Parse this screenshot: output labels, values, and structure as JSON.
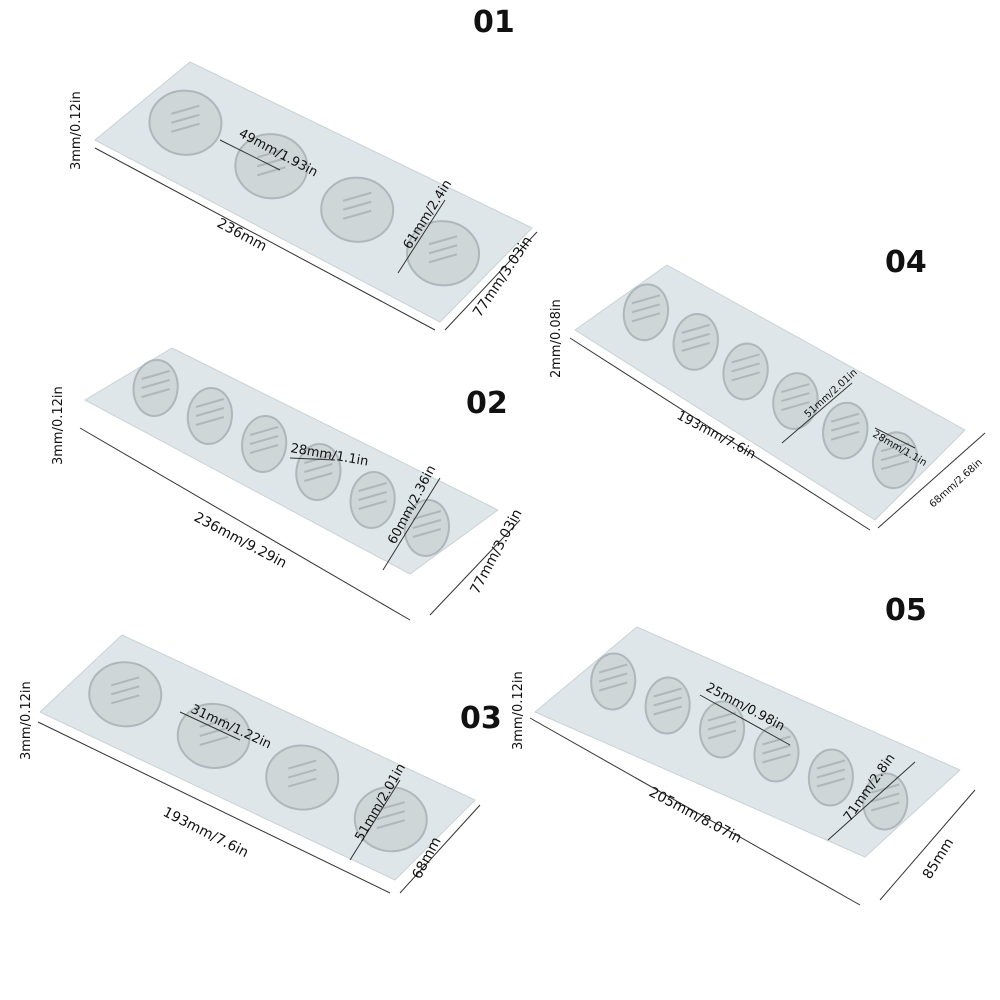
{
  "colors": {
    "mat": "#dfe6e9",
    "mat_edge": "#c9d2d6",
    "cavity": "#aeb7bb",
    "line": "#333333"
  },
  "panels": [
    {
      "number": "01",
      "height": "3mm/0.12in",
      "length": "236mm",
      "width": "77mm/3.03in",
      "leaf_a": "49mm/1.93in",
      "leaf_b": "61mm/2.4in",
      "shape": "monstera-leaf",
      "count": 4
    },
    {
      "number": "02",
      "height": "3mm/0.12in",
      "length": "236mm/9.29in",
      "width": "77mm/3.03in",
      "leaf_a": "28mm/1.1in",
      "leaf_b": "60mm/2.36in",
      "shape": "oval-leaf",
      "count": 6
    },
    {
      "number": "03",
      "height": "3mm/0.12in",
      "length": "193mm/7.6in",
      "width": "68mm",
      "leaf_a": "31mm/1.22in",
      "leaf_b": "51mm/2.01in",
      "shape": "monstera-leaf",
      "count": 4
    },
    {
      "number": "04",
      "height": "2mm/0.08in",
      "length": "193mm/7.6in",
      "width": "68mm/2.68in",
      "leaf_a": "51mm/2.01in",
      "leaf_b": "28mm/1.1in",
      "shape": "leaf-sprig",
      "count": 6
    },
    {
      "number": "05",
      "height": "3mm/0.12in",
      "length": "205mm/8.07in",
      "width": "85mm",
      "leaf_a": "25mm/0.98in",
      "leaf_b": "71mm/2.8in",
      "shape": "fern-leaf",
      "count": 6
    }
  ]
}
